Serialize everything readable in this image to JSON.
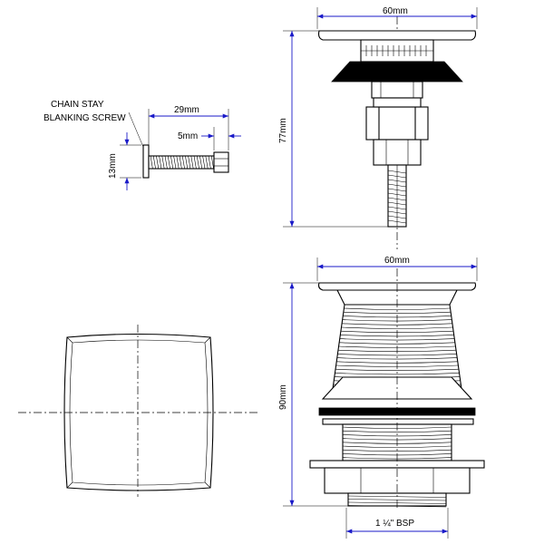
{
  "callout": {
    "line1": "CHAIN STAY",
    "line2": "BLANKING SCREW"
  },
  "dimensions": {
    "screw_length": "29mm",
    "screw_head": "5mm",
    "screw_height": "13mm",
    "plug_width": "60mm",
    "plug_height": "77mm",
    "body_width": "60mm",
    "body_height": "90mm",
    "thread": "1 ¼\" BSP"
  },
  "colors": {
    "dimension_line": "#1a1ac8",
    "outline": "#000000"
  }
}
